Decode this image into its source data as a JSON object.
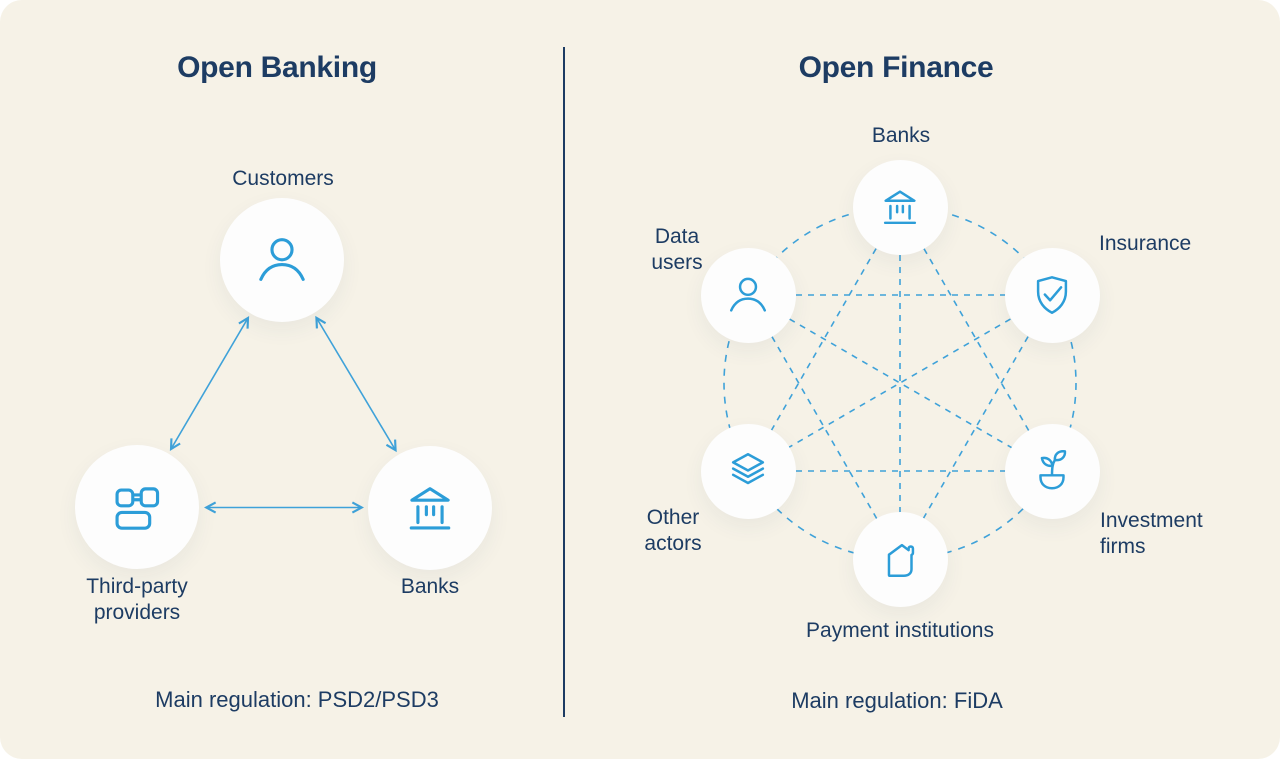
{
  "colors": {
    "background": "#f6f2e7",
    "navy_text": "#1d3c63",
    "icon_blue": "#2c9dd8",
    "connector_blue": "#3fa2d9",
    "node_fill": "#fdfdfd"
  },
  "left_panel": {
    "title": "Open Banking",
    "nodes": {
      "customers": {
        "label": "Customers",
        "icon": "person-icon"
      },
      "third_party": {
        "label": "Third-party providers",
        "icon": "components-icon"
      },
      "banks": {
        "label": "Banks",
        "icon": "bank-icon"
      }
    },
    "connections": [
      "Customers ↔ Third-party providers",
      "Customers ↔ Banks",
      "Third-party providers ↔ Banks"
    ],
    "regulation": "Main regulation: PSD2/PSD3"
  },
  "right_panel": {
    "title": "Open Finance",
    "nodes": {
      "banks": {
        "label": "Banks",
        "icon": "bank-icon"
      },
      "insurance": {
        "label": "Insurance",
        "icon": "shield-check-icon"
      },
      "investment_firms": {
        "label": "Investment firms",
        "icon": "plant-icon"
      },
      "payment_institutions": {
        "label": "Payment institutions",
        "icon": "house-icon"
      },
      "other_actors": {
        "label": "Other actors",
        "icon": "layers-icon"
      },
      "data_users": {
        "label": "Data users",
        "icon": "person-icon"
      }
    },
    "connections_note": "all six nodes fully interconnected with dashed lines",
    "regulation": "Main regulation: FiDA"
  }
}
